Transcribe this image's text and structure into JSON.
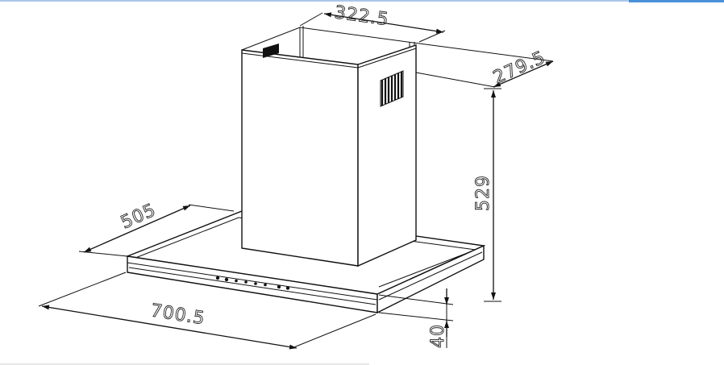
{
  "drawing": {
    "dimensions": {
      "chimney_width": "322.5",
      "chimney_depth": "279.5",
      "total_height": "529",
      "hood_depth": "505",
      "hood_width": "700.5",
      "canopy_thickness": "40"
    },
    "colors": {
      "line": "#111111",
      "background": "#ffffff",
      "top_border": "#a9c7e8"
    }
  }
}
